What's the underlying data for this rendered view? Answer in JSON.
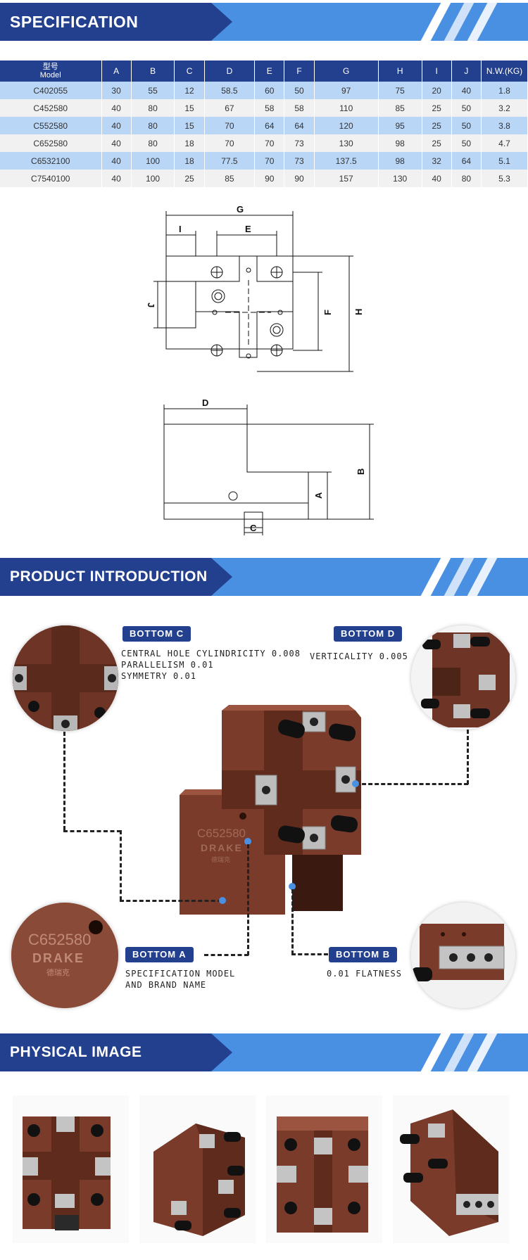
{
  "sections": {
    "spec_title": "SPECIFICATION",
    "intro_title": "PRODUCT INTRODUCTION",
    "physical_title": "PHYSICAL IMAGE"
  },
  "table": {
    "model_header_cn": "型号",
    "model_header_en": "Model",
    "headers": [
      "A",
      "B",
      "C",
      "D",
      "E",
      "F",
      "G",
      "H",
      "I",
      "J",
      "N.W.(KG)"
    ],
    "rows": [
      [
        "C402055",
        "30",
        "55",
        "12",
        "58.5",
        "60",
        "50",
        "97",
        "75",
        "20",
        "40",
        "1.8"
      ],
      [
        "C452580",
        "40",
        "80",
        "15",
        "67",
        "58",
        "58",
        "110",
        "85",
        "25",
        "50",
        "3.2"
      ],
      [
        "C552580",
        "40",
        "80",
        "15",
        "70",
        "64",
        "64",
        "120",
        "95",
        "25",
        "50",
        "3.8"
      ],
      [
        "C652580",
        "40",
        "80",
        "18",
        "70",
        "70",
        "73",
        "130",
        "98",
        "25",
        "50",
        "4.7"
      ],
      [
        "C6532100",
        "40",
        "100",
        "18",
        "77.5",
        "70",
        "73",
        "137.5",
        "98",
        "32",
        "64",
        "5.1"
      ],
      [
        "C7540100",
        "40",
        "100",
        "25",
        "85",
        "90",
        "90",
        "157",
        "130",
        "40",
        "80",
        "5.3"
      ]
    ]
  },
  "drawing_top": {
    "G": "G",
    "I": "I",
    "E": "E",
    "J": "J",
    "F": "F",
    "H": "H"
  },
  "drawing_side": {
    "D": "D",
    "B": "B",
    "A": "A",
    "C": "C"
  },
  "callouts": {
    "bottom_c": {
      "tag": "BOTTOM C",
      "text": "CENTRAL HOLE CYLINDRICITY 0.008\nPARALLELISM 0.01\nSYMMETRY 0.01"
    },
    "bottom_d": {
      "tag": "BOTTOM D",
      "text": "VERTICALITY 0.005"
    },
    "bottom_a": {
      "tag": "BOTTOM A",
      "text": "SPECIFICATION MODEL\nAND BRAND NAME"
    },
    "bottom_b": {
      "tag": "BOTTOM B",
      "text": "0.01 FLATNESS"
    }
  },
  "product": {
    "model": "C652580",
    "brand": "DRAKE",
    "brand_cn": "德瑞克"
  },
  "colors": {
    "navy": "#23408e",
    "blue": "#4a90e2",
    "brown": "#7a3b2a",
    "brown_dark": "#5a2a1c"
  }
}
